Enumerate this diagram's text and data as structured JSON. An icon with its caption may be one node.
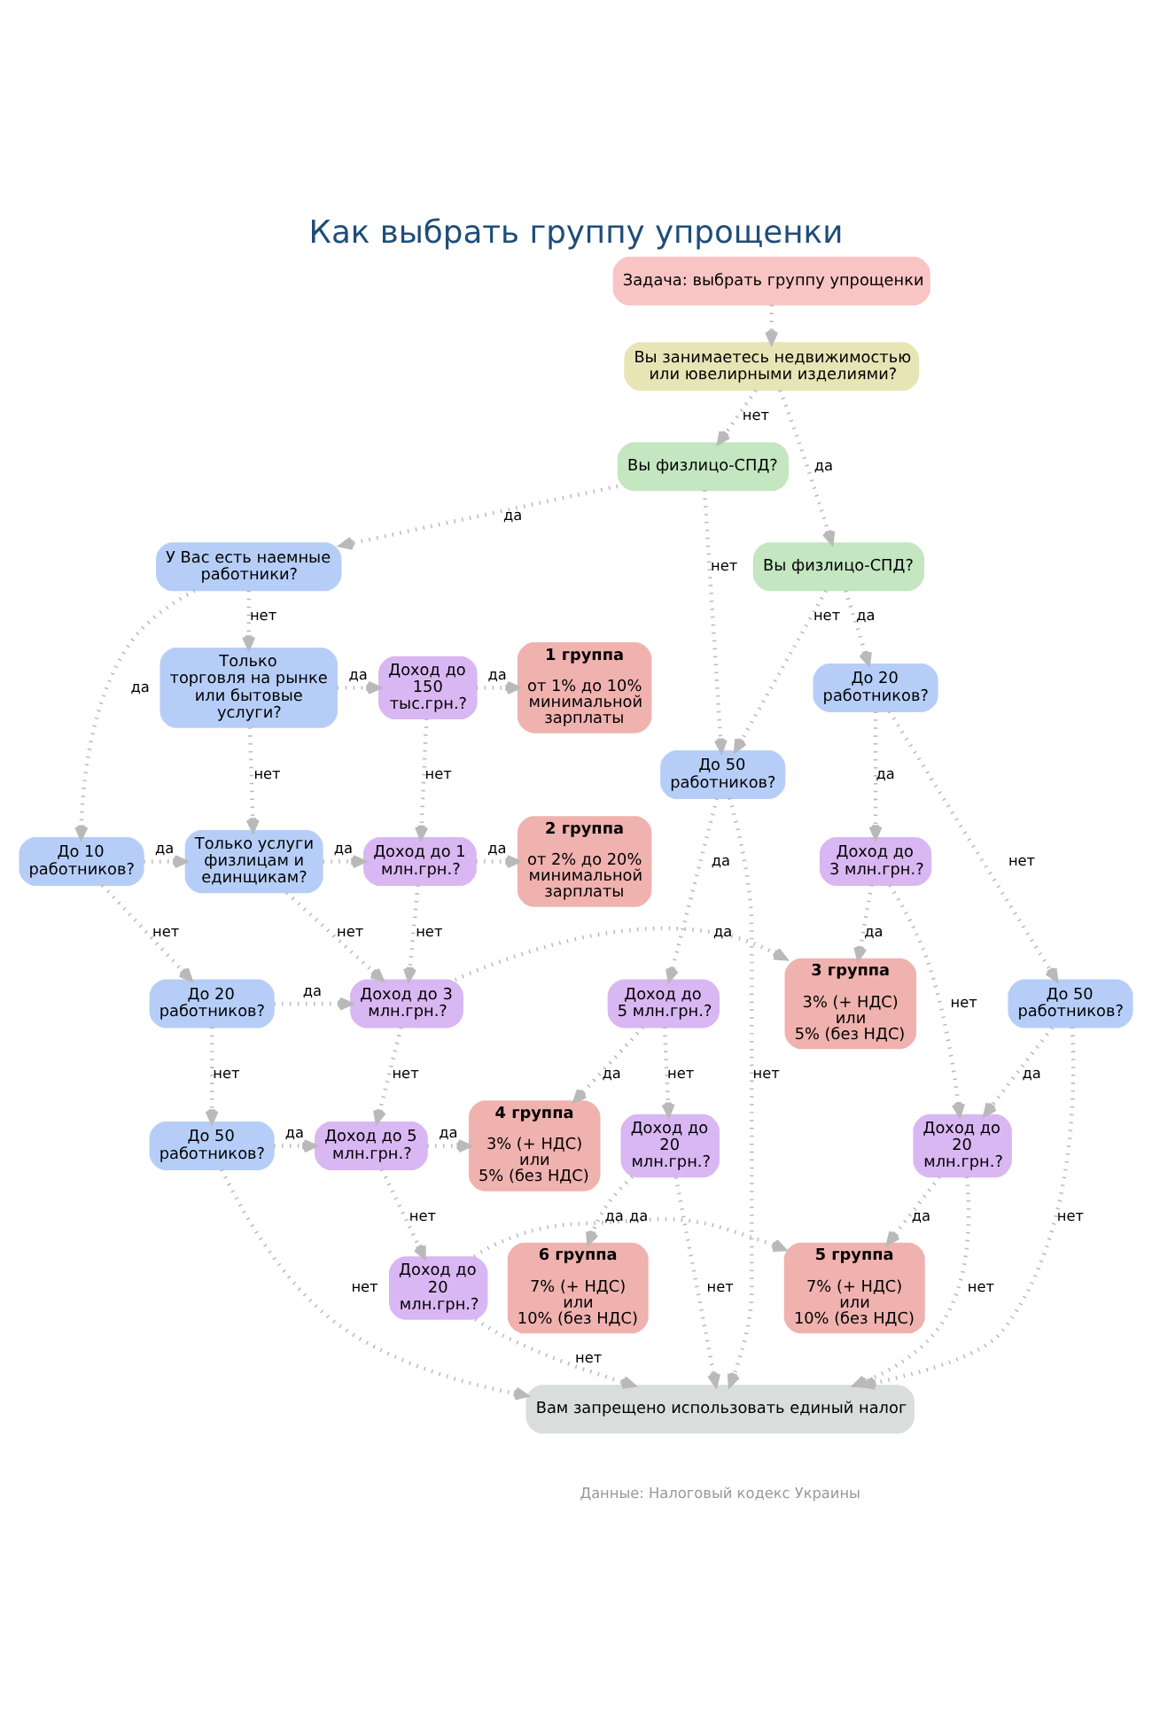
{
  "diagram": {
    "title": "Как выбрать группу упрощенки",
    "caption": "Данные: Налоговый кодекс Украины",
    "nodes": [
      {
        "text": [
          "Задача: выбрать группу упрощенки"
        ]
      },
      {
        "text": [
          "Вы занимаетесь недвижимостью или ювелирными изделиями?"
        ]
      },
      {
        "text": [
          "Вы физлицо-СПД?"
        ]
      },
      {
        "text": [
          "Вы физлицо-СПД?"
        ]
      },
      {
        "text": [
          "У Вас есть наемные работники?"
        ]
      },
      {
        "text": [
          "До 50 работников?"
        ]
      },
      {
        "text": [
          "Только торговля на рынке или бытовые услуги?"
        ]
      },
      {
        "text": [
          "Доход до 150 тыс.грн.?"
        ]
      },
      {
        "text": [
          "1 группа",
          "от 1% до 10% минимальной зарплаты"
        ]
      },
      {
        "text": [
          "До 10 работников?"
        ]
      },
      {
        "text": [
          "Только услуги физлицам и единщикам?"
        ]
      },
      {
        "text": [
          "Доход до 1 млн.грн.?"
        ]
      },
      {
        "text": [
          "2 группа",
          "от 2% до 20% минимальной зарплаты"
        ]
      },
      {
        "text": [
          "До 20 работников?"
        ]
      },
      {
        "text": [
          "Доход до 3 млн.грн.?"
        ]
      },
      {
        "text": [
          "3 группа",
          "3% (+ НДС) или 5% (без НДС)"
        ]
      },
      {
        "text": [
          "Доход до 3 млн.грн.?"
        ]
      },
      {
        "text": [
          "До 20 работников?"
        ]
      },
      {
        "text": [
          "До 50 работников?"
        ]
      },
      {
        "text": [
          "Доход до 5 млн.грн.?"
        ]
      },
      {
        "text": [
          "4 группа",
          "3% (+ НДС) или 5% (без НДС)"
        ]
      },
      {
        "text": [
          "Доход до 5 млн.грн.?"
        ]
      },
      {
        "text": [
          "Доход до 20 млн.грн.?"
        ]
      },
      {
        "text": [
          "5 группа",
          "7% (+ НДС) или 10% (без НДС)"
        ]
      },
      {
        "text": [
          "Доход до 20 млн.грн.?"
        ]
      },
      {
        "text": [
          "До 50 работников?"
        ]
      },
      {
        "text": [
          "6 группа",
          "7% (+ НДС) или 10% (без НДС)"
        ]
      },
      {
        "text": [
          "Доход до 20 млн.грн.?"
        ]
      },
      {
        "text": [
          "Вам запрещено использовать единый налог"
        ]
      }
    ],
    "edges": [
      {
        "from": 0,
        "to": 1,
        "arrow": "to"
      },
      {
        "from": 1,
        "to": 2,
        "label": "нет",
        "arrow": "to"
      },
      {
        "from": 1,
        "to": 3,
        "label": "да",
        "arrow": "to"
      },
      {
        "from": 2,
        "to": 4,
        "label": "да",
        "arrow": "to"
      },
      {
        "from": 2,
        "to": 5,
        "label": "нет",
        "arrow": "to"
      },
      {
        "from": 3,
        "to": 5,
        "label": "нет",
        "arrow": "to"
      },
      {
        "from": 3,
        "to": 17,
        "label": "да",
        "arrow": "to"
      },
      {
        "from": 4,
        "to": 9,
        "label": "да",
        "arrow": "to"
      },
      {
        "from": 4,
        "to": 6,
        "label": "нет",
        "arrow": "to"
      },
      {
        "from": 5,
        "to": 21,
        "label": "да",
        "arrow": "to"
      },
      {
        "from": 5,
        "to": 28,
        "label": "нет",
        "arrow": "to"
      },
      {
        "from": 6,
        "to": 7,
        "label": "да",
        "arrow": "to"
      },
      {
        "from": 6,
        "to": 10,
        "label": "нет",
        "arrow": "to"
      },
      {
        "from": 7,
        "to": 8,
        "label": "да",
        "arrow": "to"
      },
      {
        "from": 7,
        "to": 11,
        "label": "нет",
        "arrow": "to"
      },
      {
        "from": 9,
        "to": 10,
        "label": "да",
        "arrow": "to"
      },
      {
        "from": 9,
        "to": 13,
        "label": "нет",
        "arrow": "to"
      },
      {
        "from": 10,
        "to": 11,
        "label": "да",
        "arrow": "to"
      },
      {
        "from": 10,
        "to": 14,
        "label": "нет",
        "arrow": "to"
      },
      {
        "from": 11,
        "to": 12,
        "label": "да",
        "arrow": "to"
      },
      {
        "from": 11,
        "to": 14,
        "label": "нет",
        "arrow": "to"
      },
      {
        "from": 13,
        "to": 14,
        "label": "да",
        "arrow": "to"
      },
      {
        "from": 13,
        "to": 18,
        "label": "нет",
        "arrow": "to"
      },
      {
        "from": 14,
        "to": 15,
        "label": "да",
        "arrow": "to"
      },
      {
        "from": 14,
        "to": 19,
        "label": "нет",
        "arrow": "to"
      },
      {
        "from": 16,
        "to": 15,
        "label": "да",
        "arrow": "to"
      },
      {
        "from": 16,
        "to": 24,
        "label": "нет",
        "arrow": "to"
      },
      {
        "from": 17,
        "to": 16,
        "label": "да",
        "arrow": "to"
      },
      {
        "from": 17,
        "to": 25,
        "label": "нет",
        "arrow": "to"
      },
      {
        "from": 18,
        "to": 19,
        "label": "да",
        "arrow": "to"
      },
      {
        "from": 18,
        "to": 28,
        "label": "нет",
        "arrow": "to"
      },
      {
        "from": 19,
        "to": 20,
        "label": "да",
        "arrow": "to"
      },
      {
        "from": 19,
        "to": 22,
        "label": "нет",
        "arrow": "to"
      },
      {
        "from": 21,
        "to": 20,
        "label": "да",
        "arrow": "to"
      },
      {
        "from": 21,
        "to": 27,
        "label": "нет",
        "arrow": "to"
      },
      {
        "from": 22,
        "to": 23,
        "label": "да",
        "arrow": "to"
      },
      {
        "from": 22,
        "to": 28,
        "label": "нет",
        "arrow": "to"
      },
      {
        "from": 24,
        "to": 23,
        "label": "да",
        "arrow": "to"
      },
      {
        "from": 24,
        "to": 28,
        "label": "нет",
        "arrow": "to"
      },
      {
        "from": 25,
        "to": 24,
        "label": "да",
        "arrow": "to"
      },
      {
        "from": 25,
        "to": 28,
        "label": "нет",
        "arrow": "to"
      },
      {
        "from": 27,
        "to": 26,
        "label": "да",
        "arrow": "to"
      },
      {
        "from": 27,
        "to": 28,
        "label": "нет",
        "arrow": "to"
      }
    ]
  }
}
